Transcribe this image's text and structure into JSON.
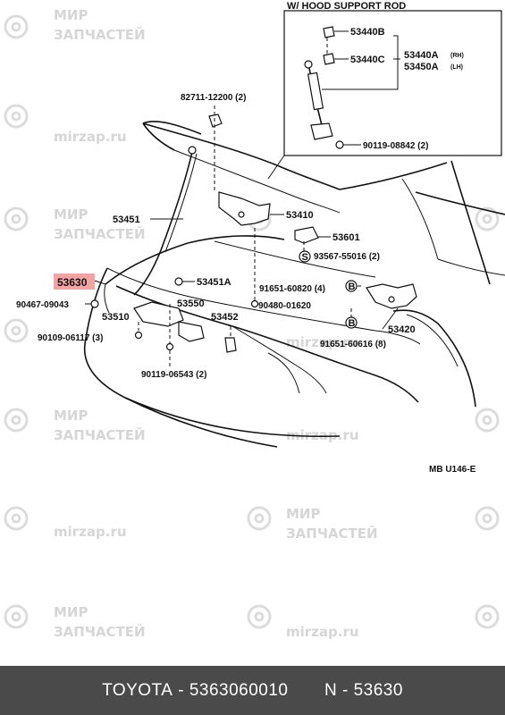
{
  "diagram": {
    "inset_title": "W/ HOOD  SUPPORT  ROD",
    "inset_labels": {
      "p53440B": "53440B",
      "p53440C": "53440C",
      "p53440A": "53440A",
      "p53440A_side": "(RH)",
      "p53450A": "53450A",
      "p53450A_side": "(LH)",
      "p90119_08842": "90119-08842  (2)"
    },
    "labels": {
      "p82711": "82711-12200  (2)",
      "p53451": "53451",
      "p53410": "53410",
      "p53601": "53601",
      "p93567": "93567-55016  (2)",
      "p53630": "53630",
      "p53451A": "53451A",
      "p91651_60820": "91651-60820  (4)",
      "p90467": "90467-09043",
      "p53550": "53550",
      "p90480": "90480-01620",
      "p53510": "53510",
      "p53452": "53452",
      "p90109": "90109-06117  (3)",
      "p53420": "53420",
      "p91651_60616": "91651-60616  (8)",
      "p90119_06543": "90119-06543  (2)",
      "code": "MB   U146-E"
    },
    "circle_marks": {
      "s": "S",
      "b": "B"
    },
    "highlight_color": "#f4a3a3"
  },
  "watermark": {
    "line1": "МИР",
    "line2": "ЗАПЧАСТЕЙ",
    "domain": "mirzap.ru"
  },
  "footer": {
    "brand": "TOYOTA",
    "part_number": "5363060010",
    "ref_prefix": "N",
    "ref": "53630",
    "sep": " - ",
    "gap": "       "
  }
}
